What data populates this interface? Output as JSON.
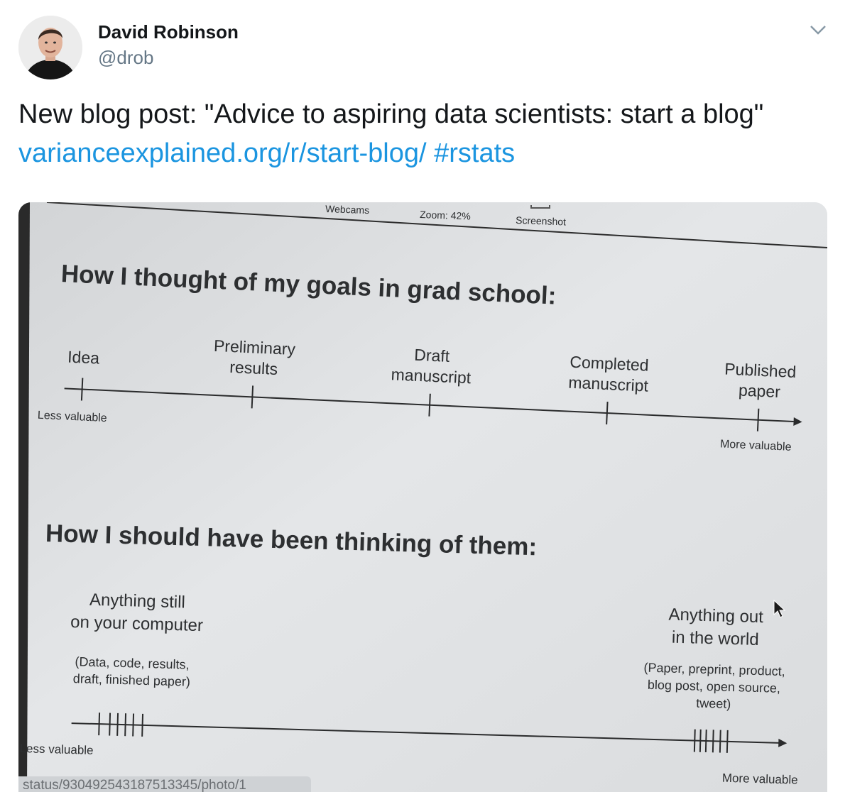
{
  "author": {
    "name": "David Robinson",
    "handle": "@drob"
  },
  "tweet": {
    "text_prefix": "New blog post: \"Advice to aspiring data scientists: start a blog\"",
    "link_text": "varianceexplained.org/r/start-blog/",
    "hashtag": "#rstats"
  },
  "photo": {
    "toolbar": {
      "webcams": "Webcams",
      "zoom": "Zoom: 42%",
      "screenshot": "Screenshot"
    },
    "section1": {
      "heading": "How I thought of my goals in grad school:",
      "milestones": [
        {
          "line1": "Idea",
          "line2": ""
        },
        {
          "line1": "Preliminary",
          "line2": "results"
        },
        {
          "line1": "Draft",
          "line2": "manuscript"
        },
        {
          "line1": "Completed",
          "line2": "manuscript"
        },
        {
          "line1": "Published",
          "line2": "paper"
        }
      ],
      "left_label": "Less valuable",
      "right_label": "More valuable"
    },
    "section2": {
      "heading": "How I should have been thinking of them:",
      "left_title_line1": "Anything still",
      "left_title_line2": "on your computer",
      "left_sub_line1": "(Data, code, results,",
      "left_sub_line2": "draft, finished paper)",
      "right_title_line1": "Anything out",
      "right_title_line2": "in the world",
      "right_sub_line1": "(Paper, preprint, product,",
      "right_sub_line2": "blog post, open source,",
      "right_sub_line3": "tweet)",
      "left_label": "Less valuable",
      "right_label": "More valuable"
    },
    "status_url": "status/930492543187513345/photo/1"
  },
  "icons": {
    "caret": "chevron-down-icon",
    "cursor": "mouse-pointer-icon"
  },
  "colors": {
    "link": "#1b95e0",
    "handle": "#657786",
    "text": "#14171a"
  }
}
